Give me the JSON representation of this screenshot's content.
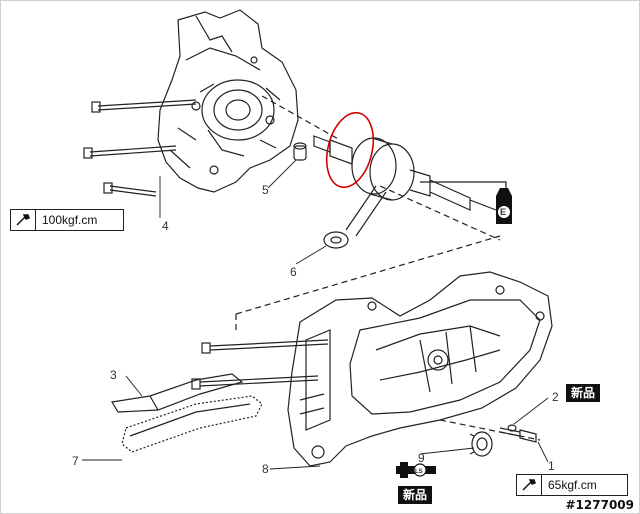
{
  "callouts": {
    "c1": "1",
    "c2": "2",
    "c3": "3",
    "c4": "4",
    "c5": "5",
    "c6": "6",
    "c7": "7",
    "c8": "8",
    "c9": "9"
  },
  "torque": {
    "top": "100kgf.cm",
    "bottom": "65kgf.cm"
  },
  "new_part": {
    "upper": "新品",
    "lower": "新品"
  },
  "symbols": {
    "engine_oil_letter": "E",
    "lock_symbol_letter": "LS"
  },
  "reference": "#1277009",
  "colors": {
    "line": "#222222",
    "highlight": "#d40000"
  },
  "icons": [
    "wrench-icon",
    "oil-can-icon",
    "threadlock-icon"
  ]
}
